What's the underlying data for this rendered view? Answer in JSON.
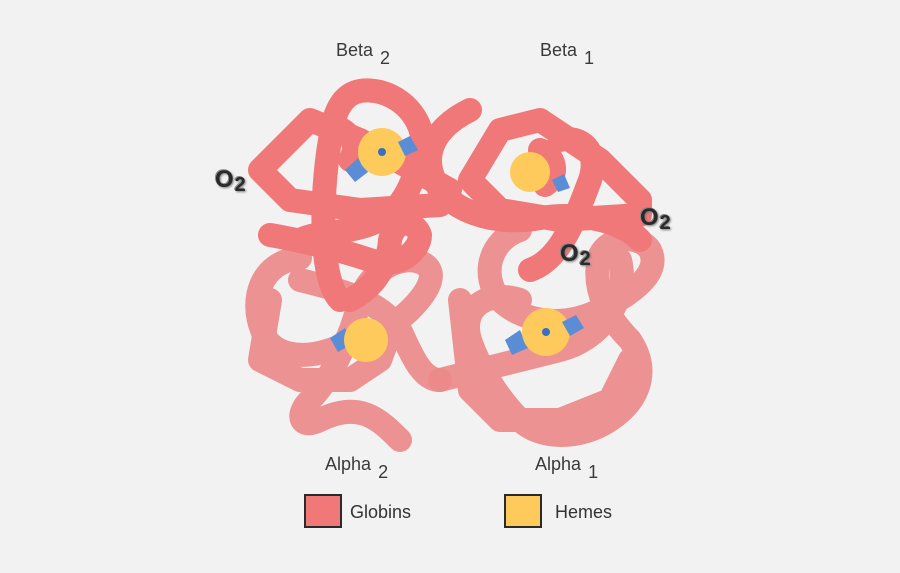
{
  "subunits": {
    "beta2": {
      "name": "Beta",
      "sub": "2"
    },
    "beta1": {
      "name": "Beta",
      "sub": "1"
    },
    "alpha2": {
      "name": "Alpha",
      "sub": "2"
    },
    "alpha1": {
      "name": "Alpha",
      "sub": "1"
    }
  },
  "oxygen": {
    "symbol": "O",
    "sub": "2"
  },
  "legend": {
    "globins": {
      "label": "Globins",
      "color": "#f07878"
    },
    "hemes": {
      "label": "Hemes",
      "color": "#ffca5c"
    }
  },
  "colors": {
    "globin_beta": "#f07878",
    "globin_alpha": "#ec8a8a",
    "heme": "#ffca5c",
    "ligand": "#5b8dd6",
    "background": "#f2f2f2"
  }
}
